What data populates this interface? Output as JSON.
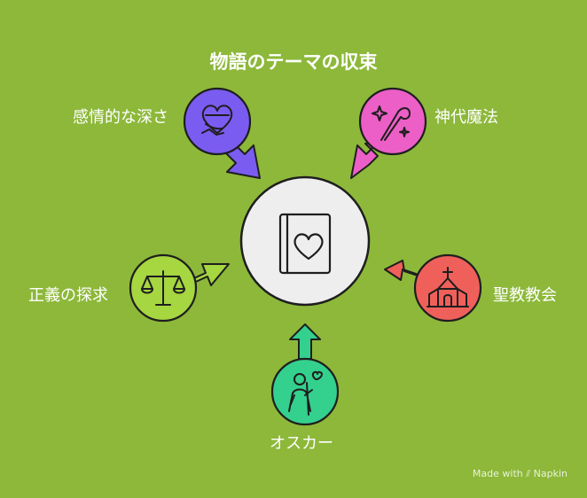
{
  "title": "物語のテーマの収束",
  "center": {
    "icon": "heart-book-icon"
  },
  "nodes": [
    {
      "key": "emotion",
      "label": "感情的な深さ",
      "color": "#7b5cf0",
      "icon": "heart-hand-icon"
    },
    {
      "key": "magic",
      "label": "神代魔法",
      "color": "#ec5fc6",
      "icon": "magic-wand-icon"
    },
    {
      "key": "justice",
      "label": "正義の探求",
      "color": "#a6d640",
      "icon": "scales-icon"
    },
    {
      "key": "church",
      "label": "聖教教会",
      "color": "#f0605a",
      "icon": "church-icon"
    },
    {
      "key": "oscar",
      "label": "オスカー",
      "color": "#34d08e",
      "icon": "person-heart-icon"
    }
  ],
  "credit": "Made with ⫽ Napkin"
}
